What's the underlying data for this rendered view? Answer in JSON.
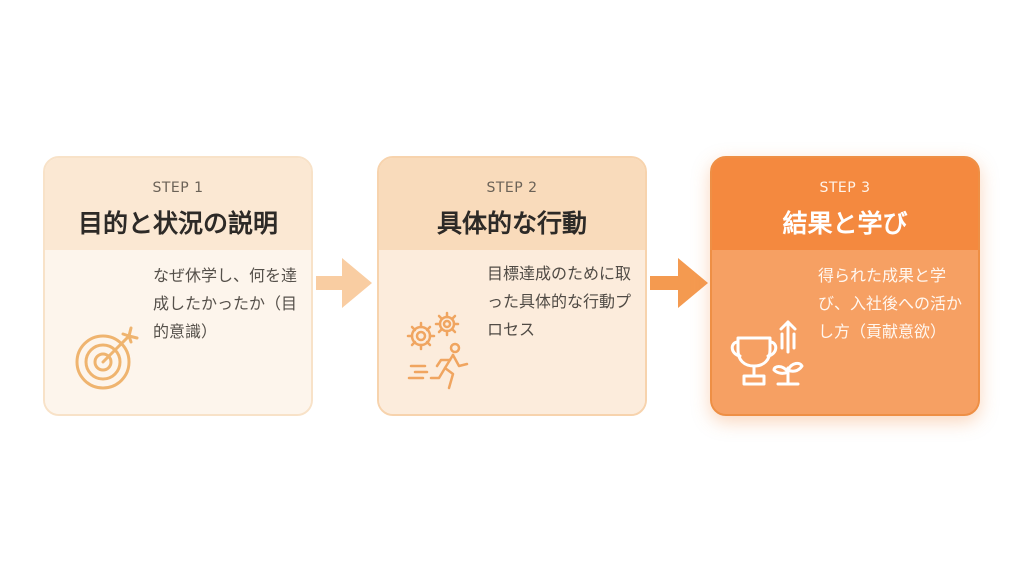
{
  "steps": [
    {
      "step_label": "STEP 1",
      "title": "目的と状況の説明",
      "description": "なぜ休学し、何を達成したかったか（目的意識）",
      "icon": "target-icon"
    },
    {
      "step_label": "STEP 2",
      "title": "具体的な行動",
      "description": "目標達成のために取った具体的な行動プロセス",
      "icon": "gears-runner-icon"
    },
    {
      "step_label": "STEP 3",
      "title": "結果と学び",
      "description": "得られた成果と学び、入社後への活かし方（貢献意欲）",
      "icon": "trophy-sprout-icon"
    }
  ],
  "colors": {
    "step1_accent": "#f1b777",
    "step2_accent": "#f2a35e",
    "step3_accent": "#f4893f",
    "arrow1": "#f6c08d",
    "arrow2": "#f39a4f"
  }
}
